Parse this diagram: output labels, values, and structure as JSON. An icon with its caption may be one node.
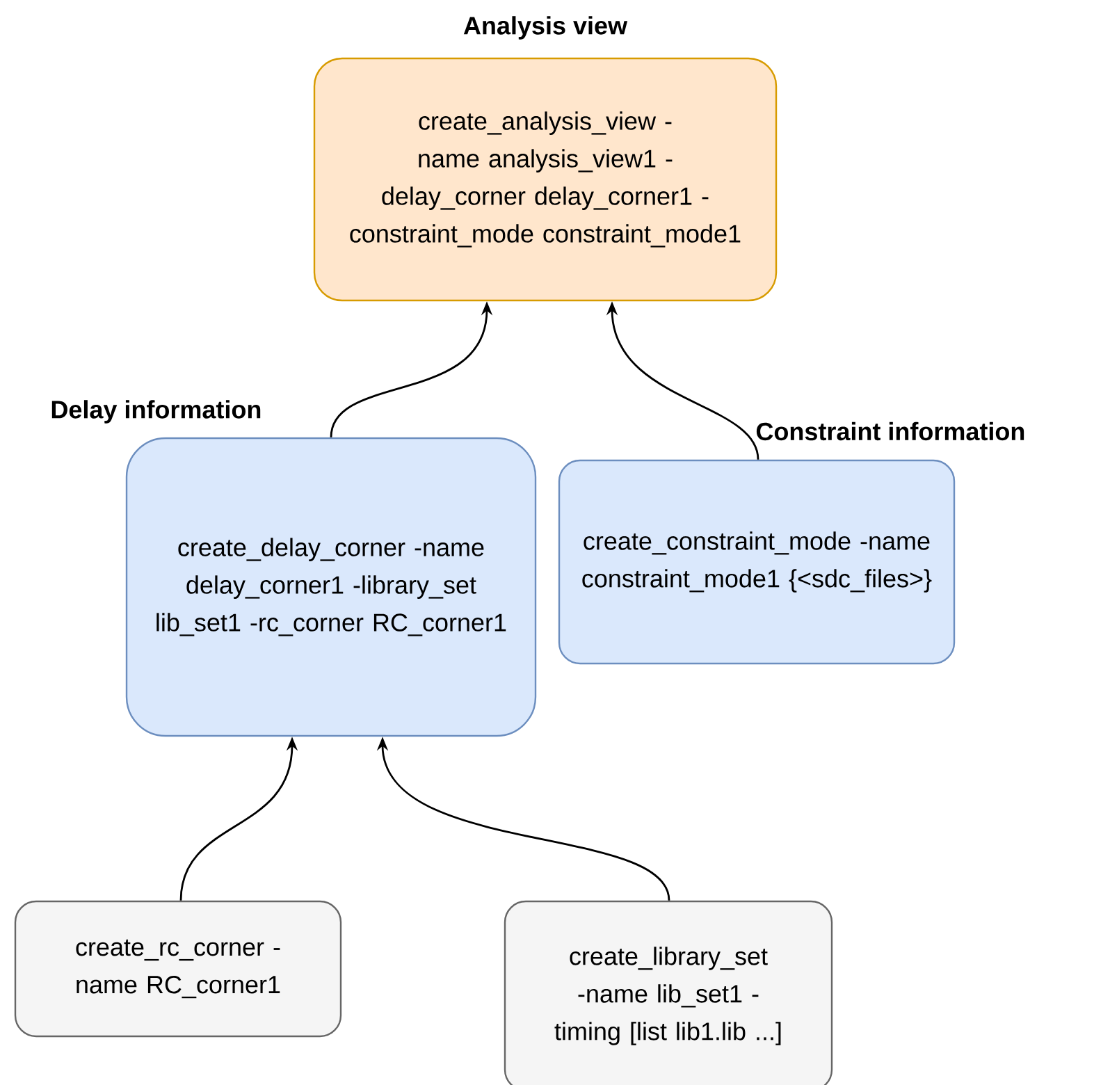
{
  "diagram": {
    "nodes": [
      {
        "text": [
          "Analysis view",
          "create_analysis_view -name analysis_view1 -delay_corner delay_corner1 -constraint_mode constraint_mode1"
        ]
      },
      {
        "text": [
          "Delay information",
          "create_delay_corner -name delay_corner1 -library_set lib_set1 -rc_corner RC_corner1"
        ]
      },
      {
        "text": [
          "Constraint information",
          "create_constraint_mode -name constraint_mode1 {<sdc_files>}"
        ]
      },
      {
        "text": [
          "create_rc_corner -name RC_corner1"
        ]
      },
      {
        "text": [
          "create_library_set -name lib_set1 -timing [list lib1.lib ...]"
        ]
      }
    ],
    "edges": [
      {
        "from": 1,
        "to": 0,
        "arrow": "to"
      },
      {
        "from": 2,
        "to": 0,
        "arrow": "to"
      },
      {
        "from": 3,
        "to": 1,
        "arrow": "to"
      },
      {
        "from": 4,
        "to": 1,
        "arrow": "to"
      }
    ]
  }
}
